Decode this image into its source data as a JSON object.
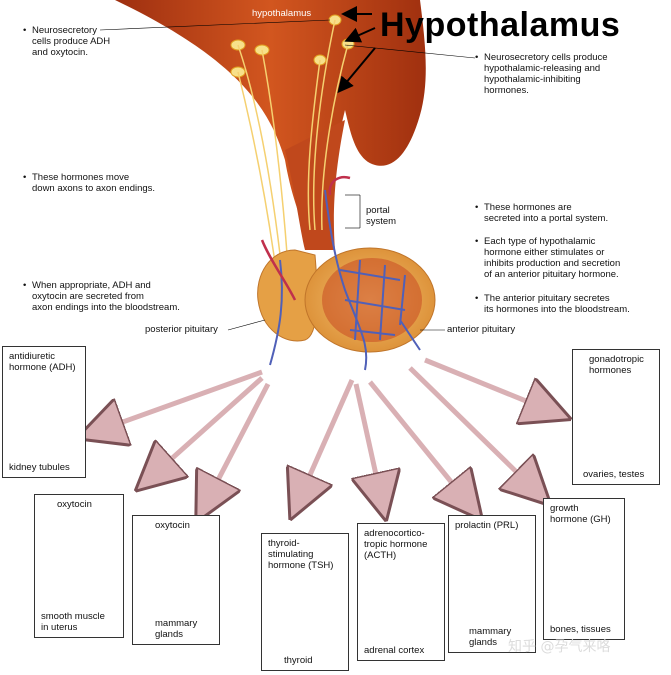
{
  "title": "Hypothalamus",
  "labels": {
    "hypothalamus": "hypothalamus",
    "portal_system_1": "portal",
    "portal_system_2": "system",
    "posterior_pituitary": "posterior pituitary",
    "anterior_pituitary": "anterior pituitary"
  },
  "notes": {
    "left_1": [
      "Neurosecretory",
      "cells produce ADH",
      "and oxytocin."
    ],
    "left_2": [
      "These hormones move",
      "down axons to axon endings."
    ],
    "left_3": [
      "When appropriate, ADH and",
      "oxytocin are secreted from",
      "axon endings into the bloodstream."
    ],
    "right_1": [
      "Neurosecretory cells produce",
      "hypothalamic-releasing and",
      "hypothalamic-inhibiting",
      "hormones."
    ],
    "right_2": [
      "These hormones are",
      "secreted into a portal system."
    ],
    "right_3": [
      "Each type of hypothalamic",
      "hormone either stimulates or",
      "inhibits production and secretion",
      "of an anterior pituitary hormone."
    ],
    "right_4": [
      "The anterior pituitary secretes",
      "its hormones into the bloodstream."
    ]
  },
  "targets": {
    "adh": {
      "title": [
        "antidiuretic",
        "hormone (ADH)"
      ],
      "target": [
        "kidney tubules"
      ]
    },
    "oxytocin_uterus": {
      "title": [
        "oxytocin"
      ],
      "target": [
        "smooth muscle",
        "in uterus"
      ]
    },
    "oxytocin_mammary": {
      "title": [
        "oxytocin"
      ],
      "target": [
        "mammary",
        "glands"
      ]
    },
    "tsh": {
      "title": [
        "thyroid-",
        "stimulating",
        "hormone (TSH)"
      ],
      "target": [
        "thyroid"
      ]
    },
    "acth": {
      "title": [
        "adrenocortico-",
        "tropic hormone",
        "(ACTH)"
      ],
      "target": [
        "adrenal cortex"
      ]
    },
    "prl": {
      "title": [
        "prolactin (PRL)"
      ],
      "target": [
        "mammary",
        "glands"
      ]
    },
    "gh": {
      "title": [
        "growth",
        "hormone (GH)"
      ],
      "target": [
        "bones, tissues"
      ]
    },
    "gonadotropic": {
      "title": [
        "gonadotropic",
        "hormones"
      ],
      "target": [
        "ovaries, testes"
      ]
    }
  },
  "watermark": "知乎 @孕气来咯",
  "colors": {
    "tissue": "#c4421a",
    "tissue_dark": "#8a2a10",
    "pituitary": "#e8a040",
    "arrow": "#d9b0b4",
    "vein": "#5060b8",
    "artery": "#c0304c"
  }
}
